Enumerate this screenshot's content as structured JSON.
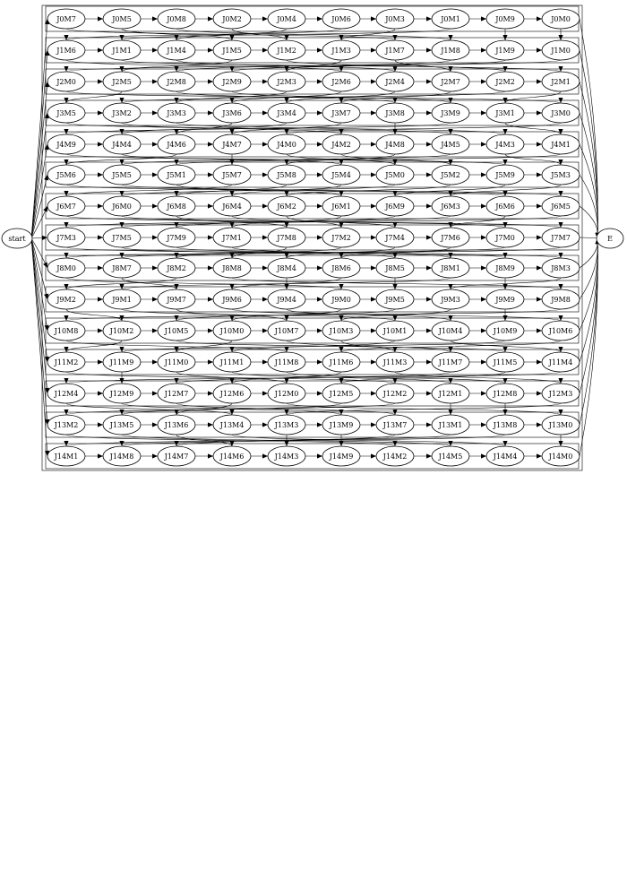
{
  "graph": {
    "source_label": "start",
    "sink_label": "E",
    "rows": [
      [
        "J0M7",
        "J0M5",
        "J0M8",
        "J0M2",
        "J0M4",
        "J0M6",
        "J0M3",
        "J0M1",
        "J0M9",
        "J0M0"
      ],
      [
        "J1M6",
        "J1M1",
        "J1M4",
        "J1M5",
        "J1M2",
        "J1M3",
        "J1M7",
        "J1M8",
        "J1M9",
        "J1M0"
      ],
      [
        "J2M0",
        "J2M5",
        "J2M8",
        "J2M9",
        "J2M3",
        "J2M6",
        "J2M4",
        "J2M7",
        "J2M2",
        "J2M1"
      ],
      [
        "J3M5",
        "J3M2",
        "J3M3",
        "J3M6",
        "J3M4",
        "J3M7",
        "J3M8",
        "J3M9",
        "J3M1",
        "J3M0"
      ],
      [
        "J4M9",
        "J4M4",
        "J4M6",
        "J4M7",
        "J4M0",
        "J4M2",
        "J4M8",
        "J4M5",
        "J4M3",
        "J4M1"
      ],
      [
        "J5M6",
        "J5M5",
        "J5M1",
        "J5M7",
        "J5M8",
        "J5M4",
        "J5M0",
        "J5M2",
        "J5M9",
        "J5M3"
      ],
      [
        "J6M7",
        "J6M0",
        "J6M8",
        "J6M4",
        "J6M2",
        "J6M1",
        "J6M9",
        "J6M3",
        "J6M6",
        "J6M5"
      ],
      [
        "J7M3",
        "J7M5",
        "J7M9",
        "J7M1",
        "J7M8",
        "J7M2",
        "J7M4",
        "J7M6",
        "J7M0",
        "J7M7"
      ],
      [
        "J8M0",
        "J8M7",
        "J8M2",
        "J8M8",
        "J8M4",
        "J8M6",
        "J8M5",
        "J8M1",
        "J8M9",
        "J8M3"
      ],
      [
        "J9M2",
        "J9M1",
        "J9M7",
        "J9M6",
        "J9M4",
        "J9M0",
        "J9M5",
        "J9M3",
        "J9M9",
        "J9M8"
      ],
      [
        "J10M8",
        "J10M2",
        "J10M5",
        "J10M0",
        "J10M7",
        "J10M3",
        "J10M1",
        "J10M4",
        "J10M9",
        "J10M6"
      ],
      [
        "J11M2",
        "J11M9",
        "J11M0",
        "J11M1",
        "J11M8",
        "J11M6",
        "J11M3",
        "J11M7",
        "J11M5",
        "J11M4"
      ],
      [
        "J12M4",
        "J12M9",
        "J12M7",
        "J12M6",
        "J12M0",
        "J12M5",
        "J12M2",
        "J12M1",
        "J12M8",
        "J12M3"
      ],
      [
        "J13M2",
        "J13M5",
        "J13M6",
        "J13M4",
        "J13M3",
        "J13M9",
        "J13M7",
        "J13M1",
        "J13M8",
        "J13M0"
      ],
      [
        "J14M1",
        "J14M8",
        "J14M7",
        "J14M6",
        "J14M3",
        "J14M9",
        "J14M2",
        "J14M5",
        "J14M4",
        "J14M0"
      ]
    ]
  }
}
